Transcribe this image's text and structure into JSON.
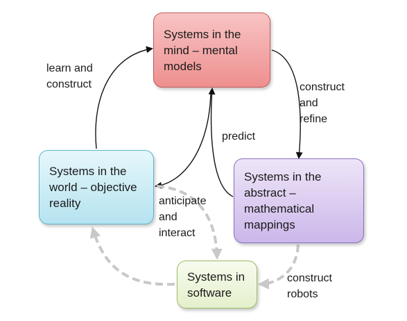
{
  "nodes": {
    "mind": "Systems in the\nmind – mental\nmodels",
    "world": "Systems in the\nworld – objective\nreality",
    "abstract": "Systems in the\nabstract –\nmathematical\nmappings",
    "software": "Systems in\nsoftware"
  },
  "edge_labels": {
    "learn_construct": "learn and\nconstruct",
    "construct_refine": "construct\nand\nrefine",
    "predict": "predict",
    "anticipate_interact": "anticipate\nand\ninteract",
    "construct_robots": "construct\nrobots"
  },
  "colors": {
    "mind": "#f4a9a9",
    "world": "#c9ecf5",
    "abstract": "#d9cbef",
    "software": "#eef5dc",
    "solid_arrow": "#111111",
    "dashed_arrow": "#c8c8c8"
  }
}
